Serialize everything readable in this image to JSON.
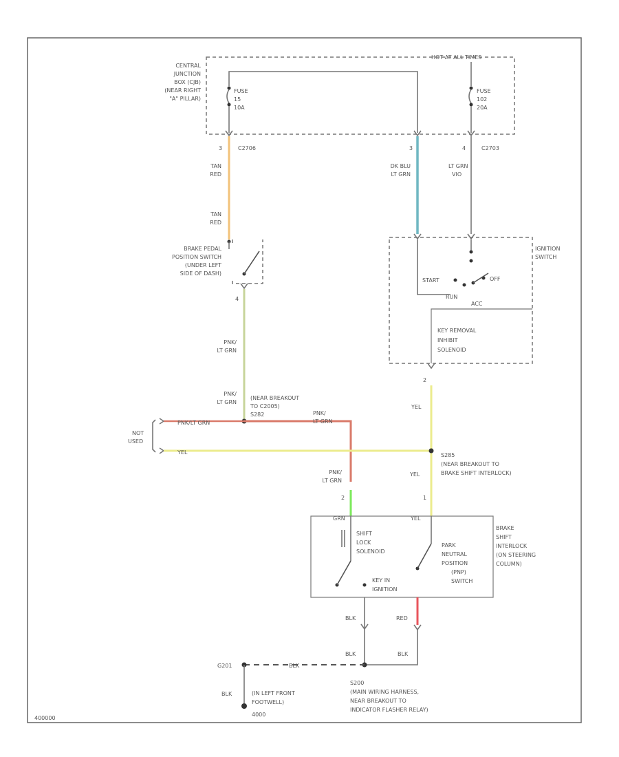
{
  "labels": {
    "hot_at_all_times": "HOT AT ALL TIMES",
    "central_junction_box": [
      "CENTRAL",
      "JUNCTION",
      "BOX (CJB)",
      "(NEAR RIGHT",
      "\"A\" PILLAR)"
    ],
    "fuse_left": [
      "FUSE",
      "15",
      "10A"
    ],
    "fuse_right": [
      "FUSE",
      "102",
      "20A"
    ],
    "pin_3_left": "3",
    "connector_c2706": "C2706",
    "pin_3_mid": "3",
    "pin_4_right": "4",
    "connector_c2703": "C2703",
    "wire_tan_red_top": [
      "TAN",
      "RED"
    ],
    "wire_tan_red_bottom": [
      "TAN",
      "RED"
    ],
    "wire_dk_blu_lt_grn": [
      "DK BLU",
      "LT GRN"
    ],
    "wire_lt_grn_vio": [
      "LT GRN",
      "VIO"
    ],
    "ignition_switch": [
      "IGNITION",
      "SWITCH"
    ],
    "start": "START",
    "off": "OFF",
    "run": "RUN",
    "acc": "ACC",
    "key_removal_solenoid": [
      "KEY REMOVAL",
      "INHIBIT",
      "SOLENOID"
    ],
    "brake_pedal_switch": [
      "BRAKE PEDAL",
      "POSITION SWITCH",
      "(UNDER LEFT",
      "SIDE OF DASH)"
    ],
    "pin_4_brake": "4",
    "wire_pnk_lt_grn_1": [
      "PNK/",
      "LT GRN"
    ],
    "wire_pnk_lt_grn_2": [
      "PNK/",
      "LT GRN"
    ],
    "splice_s282": [
      "(NEAR BREAKOUT",
      "TO C2005)",
      "S282"
    ],
    "wire_pnk_lt_grn_3": [
      "PNK/",
      "LT GRN"
    ],
    "wire_pnk_lt_grn_left": "PNK/LT GRN",
    "not_used": [
      "NOT",
      "USED"
    ],
    "wire_yel_left": "YEL",
    "pin_2_yel_top": "2",
    "wire_yel_top": "YEL",
    "splice_s285": [
      "S285",
      "(NEAR BREAKOUT TO",
      "BRAKE SHIFT INTERLOCK)"
    ],
    "wire_yel_mid": "YEL",
    "wire_pnk_lt_grn_4": [
      "PNK/",
      "LT GRN"
    ],
    "pin_2_grn": "2",
    "pin_1_yel": "1",
    "grn_label": "GRN",
    "yel_label": "YEL",
    "brake_shift_interlock": [
      "BRAKE",
      "SHIFT",
      "INTERLOCK",
      "(ON STEERING",
      "COLUMN)"
    ],
    "shift_lock_solenoid": [
      "SHIFT",
      "LOCK",
      "SOLENOID"
    ],
    "key_in_ignition": [
      "KEY IN",
      "IGNITION"
    ],
    "pnp_switch": [
      "PARK",
      "NEUTRAL",
      "POSITION",
      "(PNP)",
      "SWITCH"
    ],
    "wire_blk_1": "BLK",
    "wire_red": "RED",
    "wire_blk_2": "BLK",
    "wire_blk_3": "BLK",
    "wire_blk_dash": "BLK",
    "ground_g201": "G201",
    "wire_blk_ground": "BLK",
    "ground_location": [
      "(IN LEFT FRONT",
      "FOOTWELL)"
    ],
    "ground_id": "4000",
    "splice_s200": [
      "S200",
      "(MAIN WIRING HARNESS,",
      "NEAR BREAKOUT TO",
      "INDICATOR FLASHER RELAY)"
    ],
    "figure_id": "400000"
  },
  "colors": {
    "tan_red": "#f2c27a",
    "dk_blu_lt_grn": "#6fb7c2",
    "pnk_lt_grn": "#c7d49a",
    "pnk_lt_grn_red": "#d97a6a",
    "yellow": "#ecec8e",
    "green": "#7cea5c",
    "red": "#e8555c",
    "gray_wire": "#777777"
  }
}
